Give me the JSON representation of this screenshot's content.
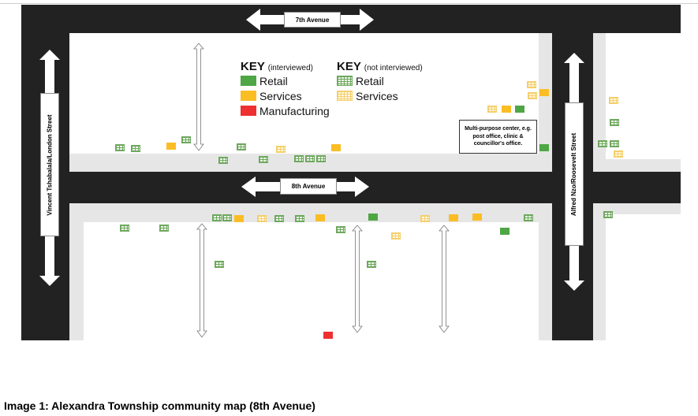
{
  "streets": {
    "top_avenue": "7th Avenue",
    "middle_avenue": "8th Avenue",
    "left_street": "Vincent Tshabalala/London Street",
    "right_street": "Alfred Nzo/Roosevelt Street"
  },
  "key_interviewed": {
    "title": "KEY",
    "subtitle": "(interviewed)",
    "items": [
      "Retail",
      "Services",
      "Manufacturing"
    ]
  },
  "key_not_interviewed": {
    "title": "KEY",
    "subtitle": "(not interviewed)",
    "items": [
      "Retail",
      "Services"
    ]
  },
  "multipurpose_center": "Multi-purpose center, e.g. post office, clinic & councillor's office.",
  "caption": "Image 1: Alexandra Township community map (8th Avenue)",
  "colors": {
    "retail": "#4ea644",
    "services": "#fbbd24",
    "manufacturing": "#ee3030",
    "road": "#222222"
  }
}
